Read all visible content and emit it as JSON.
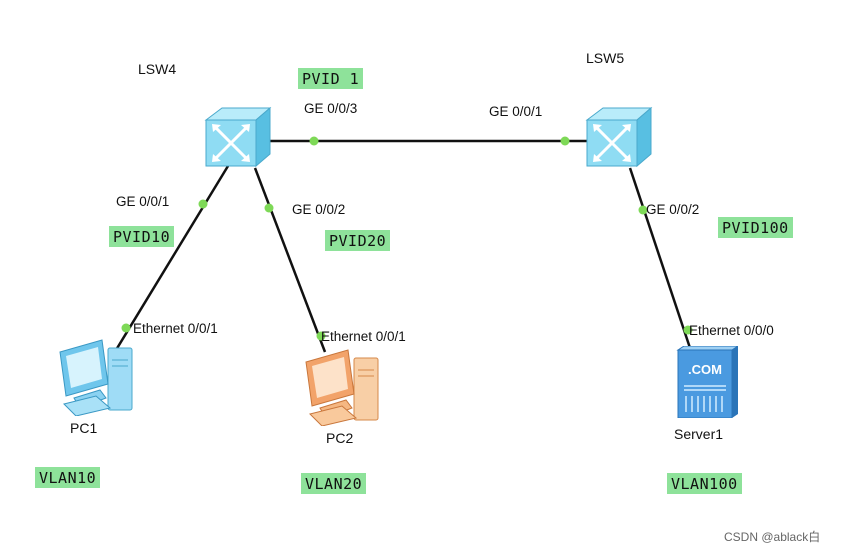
{
  "devices": {
    "lsw4": {
      "name": "LSW4",
      "icon": "switch-icon"
    },
    "lsw5": {
      "name": "LSW5",
      "icon": "switch-icon"
    },
    "pc1": {
      "name": "PC1",
      "icon": "pc-icon"
    },
    "pc2": {
      "name": "PC2",
      "icon": "pc-icon"
    },
    "server1": {
      "name": "Server1",
      "icon": "server-icon",
      "screen_text": ".COM"
    }
  },
  "ports": {
    "lsw4_ge003": "GE 0/0/3",
    "lsw5_ge001": "GE 0/0/1",
    "lsw4_ge001": "GE 0/0/1",
    "lsw4_ge002": "GE 0/0/2",
    "lsw5_ge002": "GE 0/0/2",
    "pc1_eth": "Ethernet 0/0/1",
    "pc2_eth": "Ethernet 0/0/1",
    "server1_eth": "Ethernet 0/0/0"
  },
  "tags": {
    "pvid_trunk": "PVID 1",
    "pvid10": "PVID10",
    "pvid20": "PVID20",
    "pvid100": "PVID100",
    "vlan10": "VLAN10",
    "vlan20": "VLAN20",
    "vlan100": "VLAN100"
  },
  "colors": {
    "tag_bg": "#8ee29a",
    "link": "#111111",
    "port_dot": "#7ed957",
    "switch": "#7fd4ee",
    "pc1": "#6fc6ec",
    "pc2": "#f2a36a",
    "server": "#3d8fd6"
  },
  "watermark": "CSDN @ablack白"
}
